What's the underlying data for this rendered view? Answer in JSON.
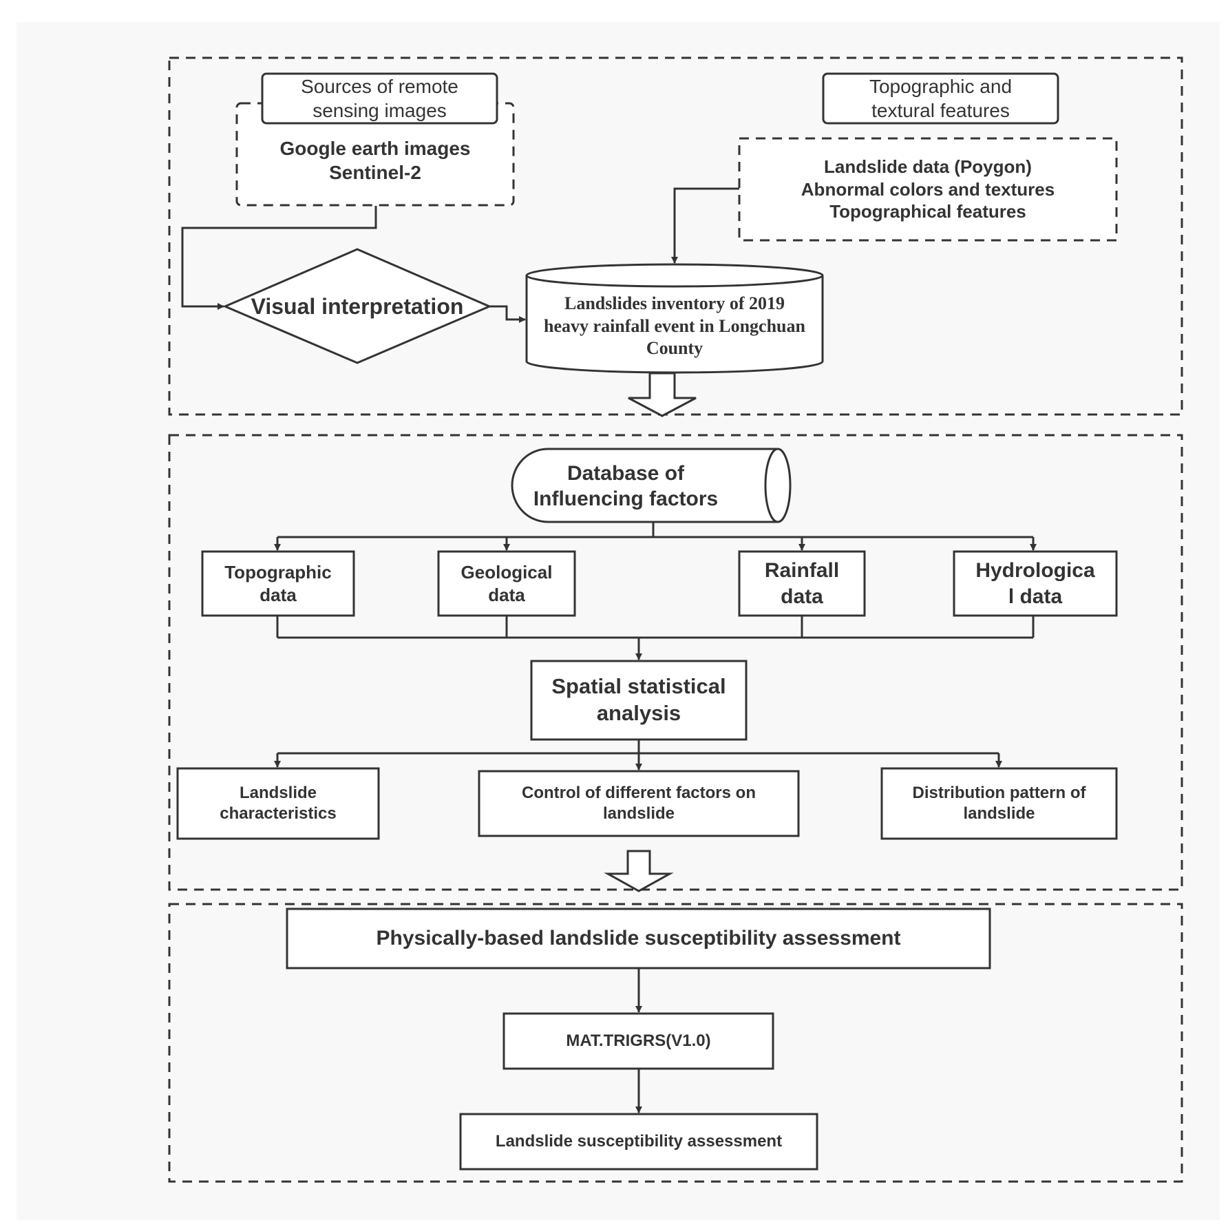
{
  "colors": {
    "stroke": "#333333",
    "background": "#f8f8f8",
    "box_fill": "#ffffff"
  },
  "section1": {
    "sources_title": "Sources of remote\nsensing images",
    "sources_list": "Google earth images\nSentinel-2",
    "topo_title": "Topographic and\ntextural features",
    "topo_list": "Landslide data (Poygon)\nAbnormal colors and textures\nTopographical features",
    "visual_interpretation": "Visual interpretation",
    "inventory": "Landslides inventory of  2019\nheavy rainfall event in Longchuan\nCounty"
  },
  "section2": {
    "database": "Database of\nInfluencing factors",
    "topographic_data": "Topographic\ndata",
    "geological_data": "Geological\ndata",
    "rainfall_data": "Rainfall\ndata",
    "hydrological_data": "Hydrologica\nl data",
    "spatial_analysis": "Spatial statistical\nanalysis",
    "landslide_characteristics": "Landslide\ncharacteristics",
    "control_factors": "Control  of  different factors on\nlandslide",
    "distribution_pattern": "Distribution pattern of\nlandslide"
  },
  "section3": {
    "physically_based": "Physically-based landslide susceptibility assessment",
    "mat_trigrs": "MAT.TRIGRS(V1.0)",
    "susceptibility": "Landslide susceptibility assessment"
  }
}
